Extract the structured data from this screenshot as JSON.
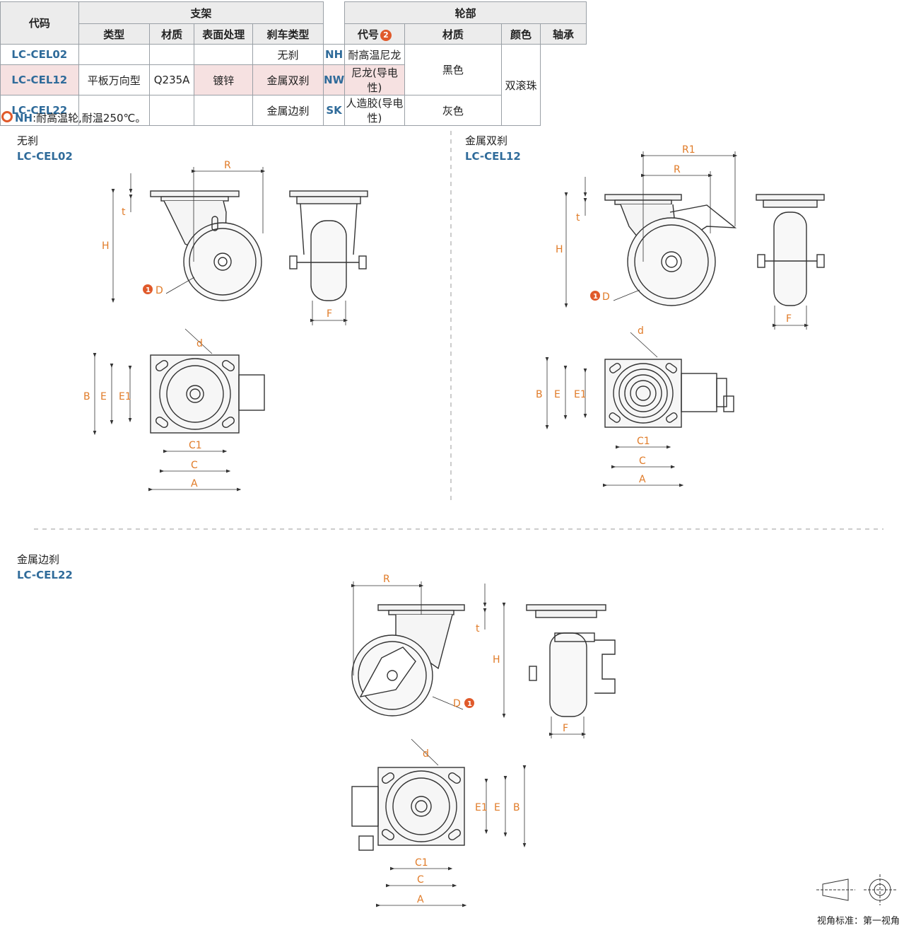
{
  "table": {
    "h_code": "代码",
    "h_bracket": "支架",
    "h_wheel": "轮部",
    "h_type": "类型",
    "h_mat": "材质",
    "h_surface": "表面处理",
    "h_brake": "刹车类型",
    "h_wcode": "代号",
    "h_wmat": "材质",
    "h_color": "颜色",
    "h_bearing": "轴承",
    "badge2": "2",
    "rows": [
      {
        "code": "LC-CEL02",
        "brake": "无刹",
        "wcode": "NH",
        "wmat": "耐高温尼龙"
      },
      {
        "code": "LC-CEL12",
        "brake": "金属双刹",
        "wcode": "NW",
        "wmat": "尼龙(导电性)"
      },
      {
        "code": "LC-CEL22",
        "brake": "金属边刹",
        "wcode": "SK",
        "wmat": "人造胶(导电性)"
      }
    ],
    "type_val": "平板万向型",
    "mat_val": "Q235A",
    "surface_val": "镀锌",
    "color_black": "黑色",
    "color_gray": "灰色",
    "bearing_val": "双滚珠"
  },
  "note": {
    "code": "NH",
    "text": ":耐高温轮,耐温250℃。"
  },
  "sections": [
    {
      "title": "无刹",
      "code": "LC-CEL02"
    },
    {
      "title": "金属双刹",
      "code": "LC-CEL12"
    },
    {
      "title": "金属边刹",
      "code": "LC-CEL22"
    }
  ],
  "dims": {
    "R": "R",
    "R1": "R1",
    "t": "t",
    "H": "H",
    "D": "D",
    "F": "F",
    "d": "d",
    "B": "B",
    "E": "E",
    "E1": "E1",
    "C1": "C1",
    "C": "C",
    "A": "A",
    "badge1": "1"
  },
  "footer": "视角标准：第一视角",
  "colors": {
    "dim": "#e07b28",
    "code": "#2f6b9a",
    "badge": "#e05a2b"
  }
}
